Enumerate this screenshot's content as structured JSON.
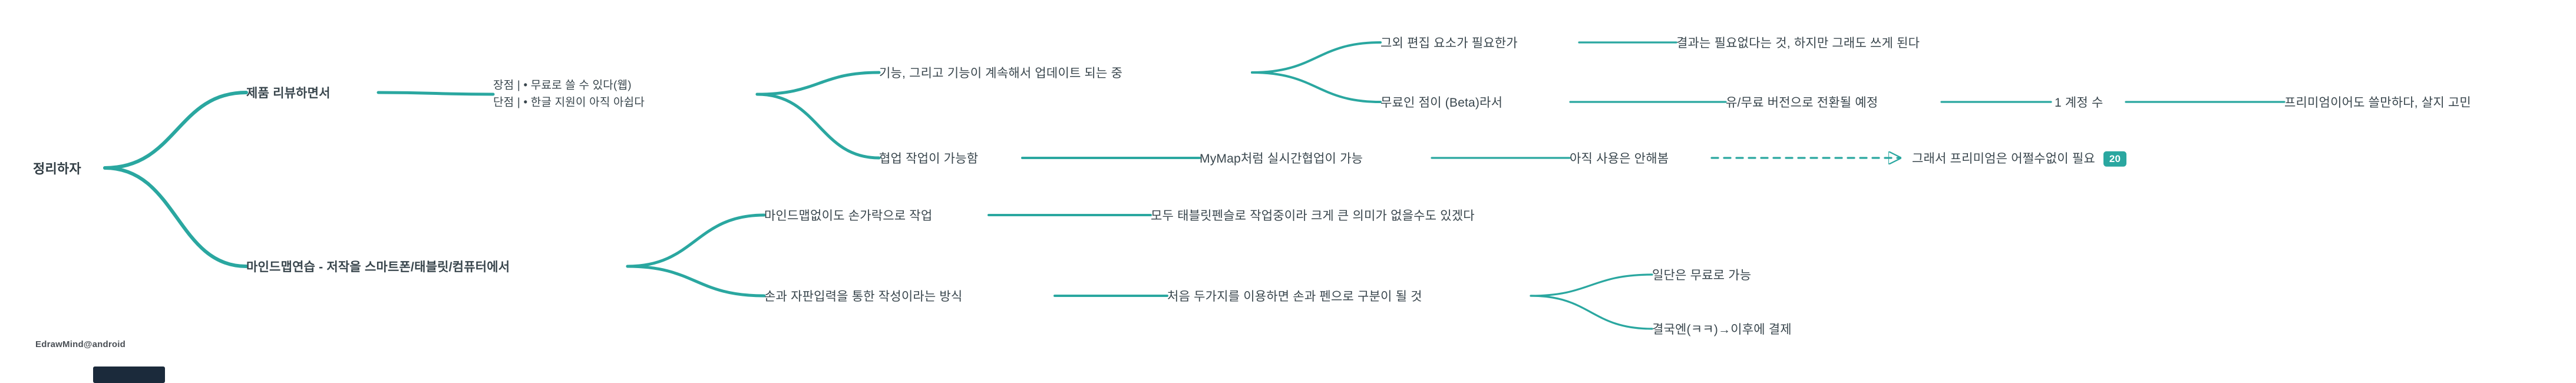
{
  "app": {
    "watermark": "EdrawMind@android",
    "badge_count": "20"
  },
  "colors": {
    "branch_teal": "#2aa7a0",
    "text": "#39464d",
    "badge_bg": "#2aa7a0",
    "badge_text": "#ffffff",
    "corner_panel": "#1b2a3b",
    "background": "#ffffff"
  },
  "mindmap": {
    "nodes": {
      "root": "정리하자",
      "review": "제품 리뷰하면서",
      "pros_line1": "장점 | • 무료로 쓸 수 있다(웹)",
      "pros_line2": "단점 | • 한글 지원이 아직 아쉽다",
      "features": "기능, 그리고 기능이 계속해서 업데이트 되는 중",
      "extra_question": "그외 편집 요소가 필요한가",
      "extra_answer": "결과는 필요없다는 것, 하지만 그래도 쓰게 된다",
      "free_beta": "무료인 점이 (Beta)라서",
      "paid_switch": "유/무료 버전으로 전환될 예정",
      "one_account": "1 계정 수",
      "paid_ok": "프리미엄이어도 쓸만하다, 살지 고민",
      "collab": "협업 작업이 가능함",
      "collab_realtime": "MyMap처럼 실시간협업이 가능",
      "collab_notused": "아직 사용은 안해봄",
      "collab_premium": "그래서 프리미엄은 어쩔수없이 필요",
      "practice": "마인드맵연습 - 저작을 스마트폰/태블릿/컴퓨터에서",
      "finger": "마인드맵없이도 손가락으로 작업",
      "finger_note": "모두 태블릿펜슬로 작업중이라 크게 큰 의미가 없을수도 있겠다",
      "typing": "손과 자판입력을 통한 작성이라는 방식",
      "typing_note": "처음 두가지를 이용하면 손과 펜으로 구분이 될 것",
      "free_first": "일단은 무료로 가능",
      "pay_later": "결국엔(ㅋㅋ)→이후에 결제"
    }
  }
}
